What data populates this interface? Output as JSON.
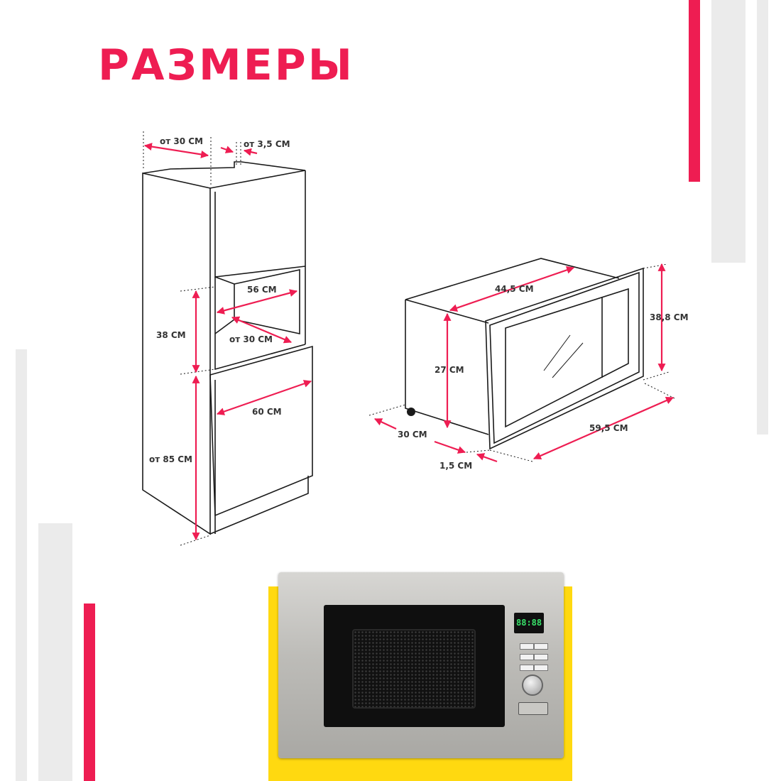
{
  "title": "РАЗМЕРЫ",
  "colors": {
    "accent": "#ee1d52",
    "stripe_gray": "#ebebeb",
    "product_bg": "#ffd910",
    "line": "#1a1a1a"
  },
  "cabinet": {
    "top_gap": "от 30 СМ",
    "side_gap": "от 3,5 СМ",
    "niche_width": "56 СМ",
    "niche_depth": "от 30 СМ",
    "niche_height": "38 СМ",
    "cabinet_width": "60 СМ",
    "floor_height": "от 85 СМ"
  },
  "microwave": {
    "depth": "44,5 СМ",
    "height": "27 СМ",
    "frame_height": "38,8 СМ",
    "rear_depth": "30 СМ",
    "frame_thickness": "1,5 СМ",
    "frame_width": "59,5 СМ"
  },
  "product": {
    "display_digits": "88:88",
    "icons": [
      "display-icon",
      "control-knob-icon",
      "door-open-button-icon"
    ]
  }
}
